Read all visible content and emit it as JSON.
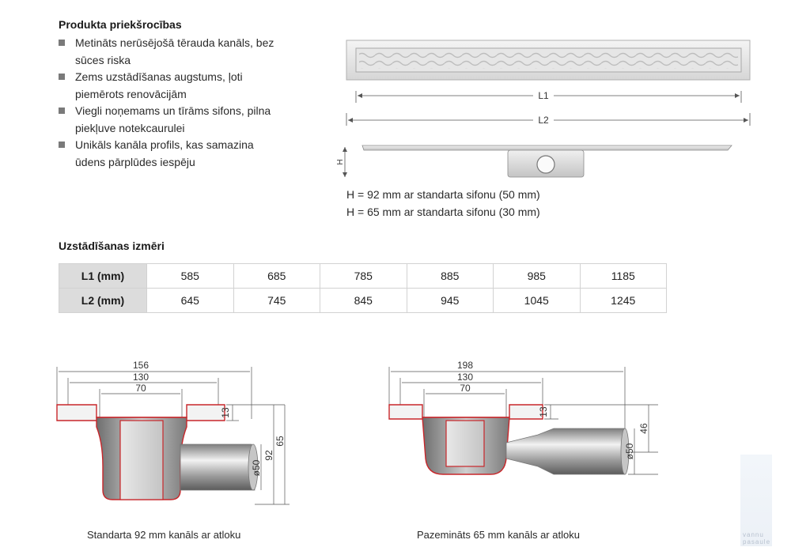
{
  "advantages": {
    "title": "Produkta priekšrocības",
    "items": [
      [
        "Metināts nerūsējošā tērauda kanāls, bez",
        "sūces riska"
      ],
      [
        "Zems uzstādīšanas augstums, ļoti",
        "piemērots renovācijām"
      ],
      [
        "Viegli noņemams un tīrāms sifons, pilna",
        "piekļuve notekcaurulei"
      ],
      [
        "Unikāls kanāla profils, kas samazina",
        "ūdens pārplūdes iespēju"
      ]
    ]
  },
  "top_figure": {
    "l1_label": "L1",
    "l2_label": "L2",
    "h_label": "H",
    "notes": [
      "H = 92 mm ar standarta sifonu (50 mm)",
      "H = 65 mm ar standarta sifonu (30 mm)"
    ]
  },
  "installation": {
    "title": "Uzstādīšanas izmēri",
    "rows": [
      {
        "label": "L1 (mm)",
        "values": [
          "585",
          "685",
          "785",
          "885",
          "985",
          "1185"
        ]
      },
      {
        "label": "L2 (mm)",
        "values": [
          "645",
          "745",
          "845",
          "945",
          "1045",
          "1245"
        ]
      }
    ]
  },
  "section_left": {
    "dims": {
      "total": "156",
      "inner": "130",
      "neck": "70",
      "depth": "13",
      "pipe": "ø50",
      "height": "92",
      "outlet": "65"
    },
    "caption": "Standarta 92 mm kanāls ar atloku"
  },
  "section_right": {
    "dims": {
      "total": "198",
      "inner": "130",
      "neck": "70",
      "depth": "13",
      "pipe": "ø50",
      "outlet": "46"
    },
    "caption": "Pazemināts 65 mm kanāls ar atloku"
  },
  "watermark": {
    "line1": "vannu",
    "line2": "pasaule"
  },
  "colors": {
    "red_outline": "#c8262a",
    "steel": "#c8c8c8",
    "bullet": "#7a7a7a",
    "table_header": "#dcdcdc"
  }
}
